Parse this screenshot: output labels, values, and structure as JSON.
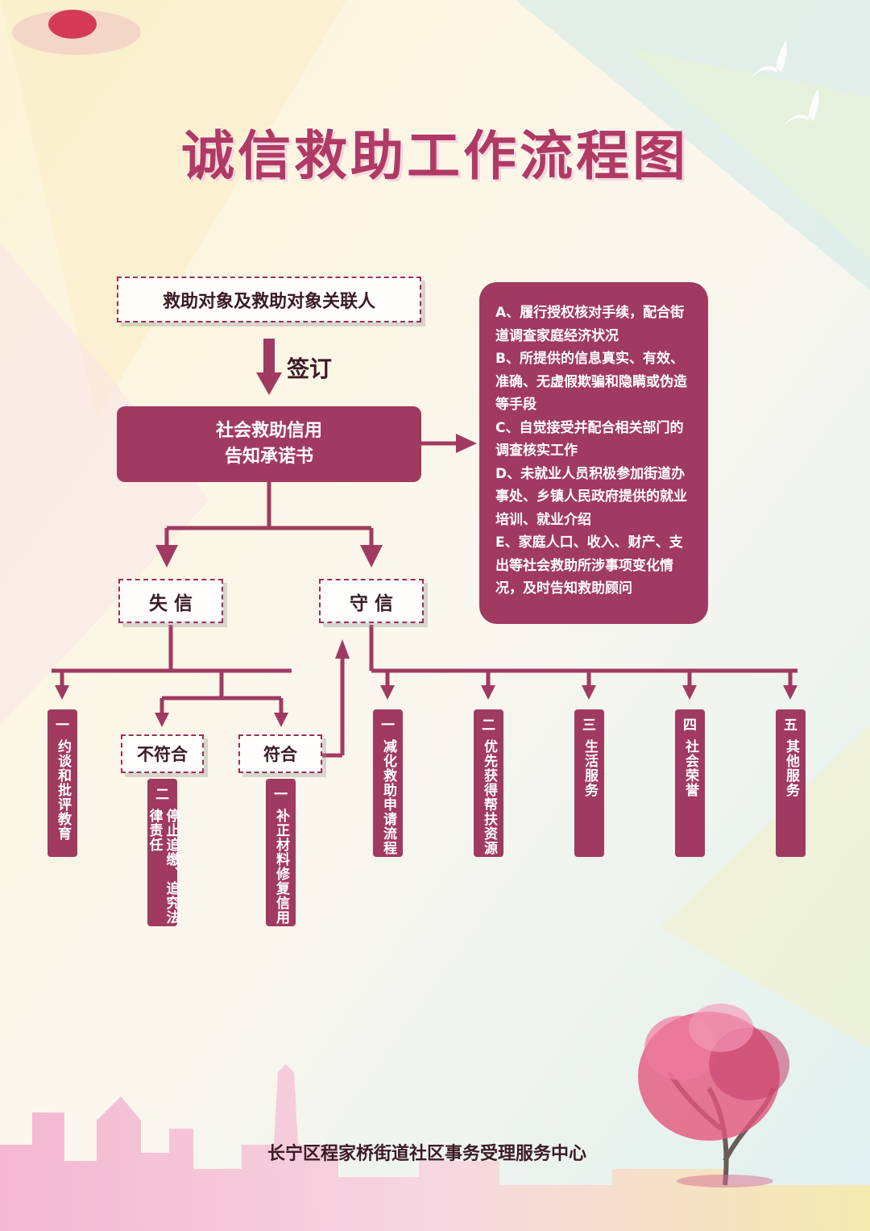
{
  "title": "诚信救助工作流程图",
  "top_box": "救助对象及救助对象关联人",
  "sign_label": "签订",
  "commitment_box": {
    "line1": "社会救助信用",
    "line2": "告知承诺书"
  },
  "commitments": [
    "A、履行授权核对手续，配合街道调查家庭经济状况",
    "B、所提供的信息真实、有效、准确、无虚假欺骗和隐瞒或伪造等手段",
    "C、自觉接受并配合相关部门的调查核实工作",
    "D、未就业人员积极参加街道办事处、乡镇人民政府提供的就业培训、就业介绍",
    "E、家庭人口、收入、财产、支出等社会救助所涉事项变化情况，及时告知救助顾问"
  ],
  "dishonest_box": "失 信",
  "honest_box": "守 信",
  "not_qualified_box": "不符合",
  "qualified_box": "符合",
  "dishonest_actions": [
    {
      "num": "一",
      "text": "约谈和批评教育"
    },
    {
      "num": "二",
      "text": "停止追缴、追究法律责任"
    },
    {
      "num": "一",
      "text": "补正材料修复信用"
    }
  ],
  "honest_benefits": [
    {
      "num": "一",
      "text": "减化救助申请流程"
    },
    {
      "num": "二",
      "text": "优先获得帮扶资源"
    },
    {
      "num": "三",
      "text": "生活服务"
    },
    {
      "num": "四",
      "text": "社会荣誉"
    },
    {
      "num": "五",
      "text": "其他服务"
    }
  ],
  "footer": "长宁区程家桥街道社区事务受理服务中心",
  "colors": {
    "primary": "#a13a60",
    "title": "#b03a64",
    "text": "#3a1b26"
  }
}
